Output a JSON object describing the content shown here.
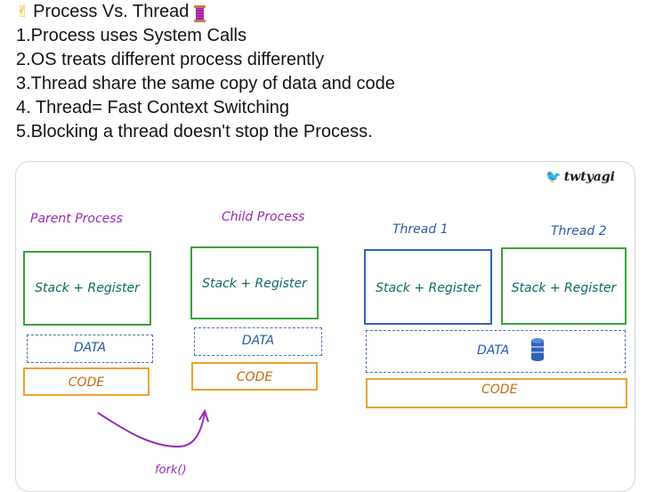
{
  "tweet": {
    "title": "Process Vs. Thread",
    "title_emoji_left": "✌",
    "points": [
      "1.Process uses System Calls",
      "2.OS treats different process differently",
      "3.Thread share the same copy of data and code",
      "4. Thread= Fast Context Switching",
      "5.Blocking a thread doesn't stop the Process."
    ]
  },
  "diagram": {
    "brand": "twtyagi",
    "parent_label": "Parent Process",
    "child_label": "Child Process",
    "thread1_label": "Thread 1",
    "thread2_label": "Thread 2",
    "stack_register": "Stack + Register",
    "data": "DATA",
    "code": "CODE",
    "fork": "fork()",
    "colors": {
      "purple": "#9a2bb5",
      "green": "#3aa33a",
      "blue": "#2f62b8",
      "orange": "#f0a030",
      "teal": "#0f6b63"
    }
  }
}
